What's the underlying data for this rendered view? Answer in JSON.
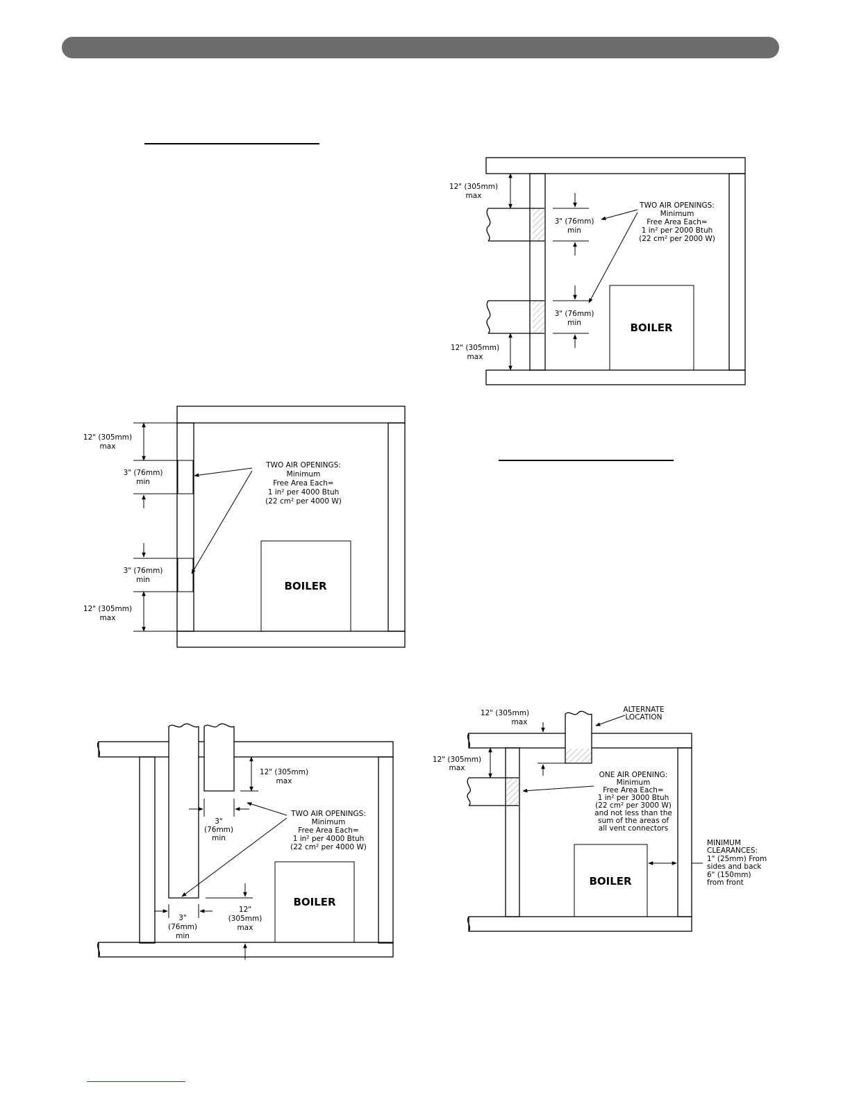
{
  "diagram_a": {
    "dim_top": "12\" (305mm)",
    "dim_top_unit": "max",
    "dim_open": "3\" (76mm)",
    "dim_open_unit": "min",
    "note": [
      "TWO AIR OPENINGS:",
      "Minimum",
      "Free Area Each=",
      "1 in² per 2000 Btuh",
      "(22 cm² per 2000 W)"
    ],
    "boiler": "BOILER"
  },
  "diagram_b": {
    "dim_top": "12\" (305mm)",
    "dim_top_unit": "max",
    "dim_open": "3\" (76mm)",
    "dim_open_unit": "min",
    "note": [
      "TWO AIR OPENINGS:",
      "Minimum",
      "Free Area Each=",
      "1 in² per 4000 Btuh",
      "(22 cm² per 4000 W)"
    ],
    "boiler": "BOILER"
  },
  "diagram_c": {
    "dim_duct": [
      "12\" (305mm)",
      "max"
    ],
    "dim_gap": [
      "3\"",
      "(76mm)",
      "min"
    ],
    "dim_bottom": [
      "12\"",
      "(305mm)",
      "max"
    ],
    "note": [
      "TWO AIR OPENINGS:",
      "Minimum",
      "Free Area Each=",
      "1 in² per 4000 Btuh",
      "(22 cm² per 4000 W)"
    ],
    "boiler": "BOILER"
  },
  "diagram_d": {
    "dim_roof": [
      "12\" (305mm)",
      "max"
    ],
    "dim_wall": [
      "12\" (305mm)",
      "max"
    ],
    "alt": [
      "ALTERNATE",
      "LOCATION"
    ],
    "note": [
      "ONE AIR OPENING:",
      "Minimum",
      "Free Area Each=",
      "1 in² per 3000 Btuh",
      "(22 cm² per 3000 W)",
      "and not less than the",
      "sum of the areas of",
      "all vent connectors"
    ],
    "clear": [
      "MINIMUM",
      "CLEARANCES:",
      "1\" (25mm) From",
      "sides and back",
      "6\" (150mm)",
      "from front"
    ],
    "boiler": "BOILER"
  }
}
